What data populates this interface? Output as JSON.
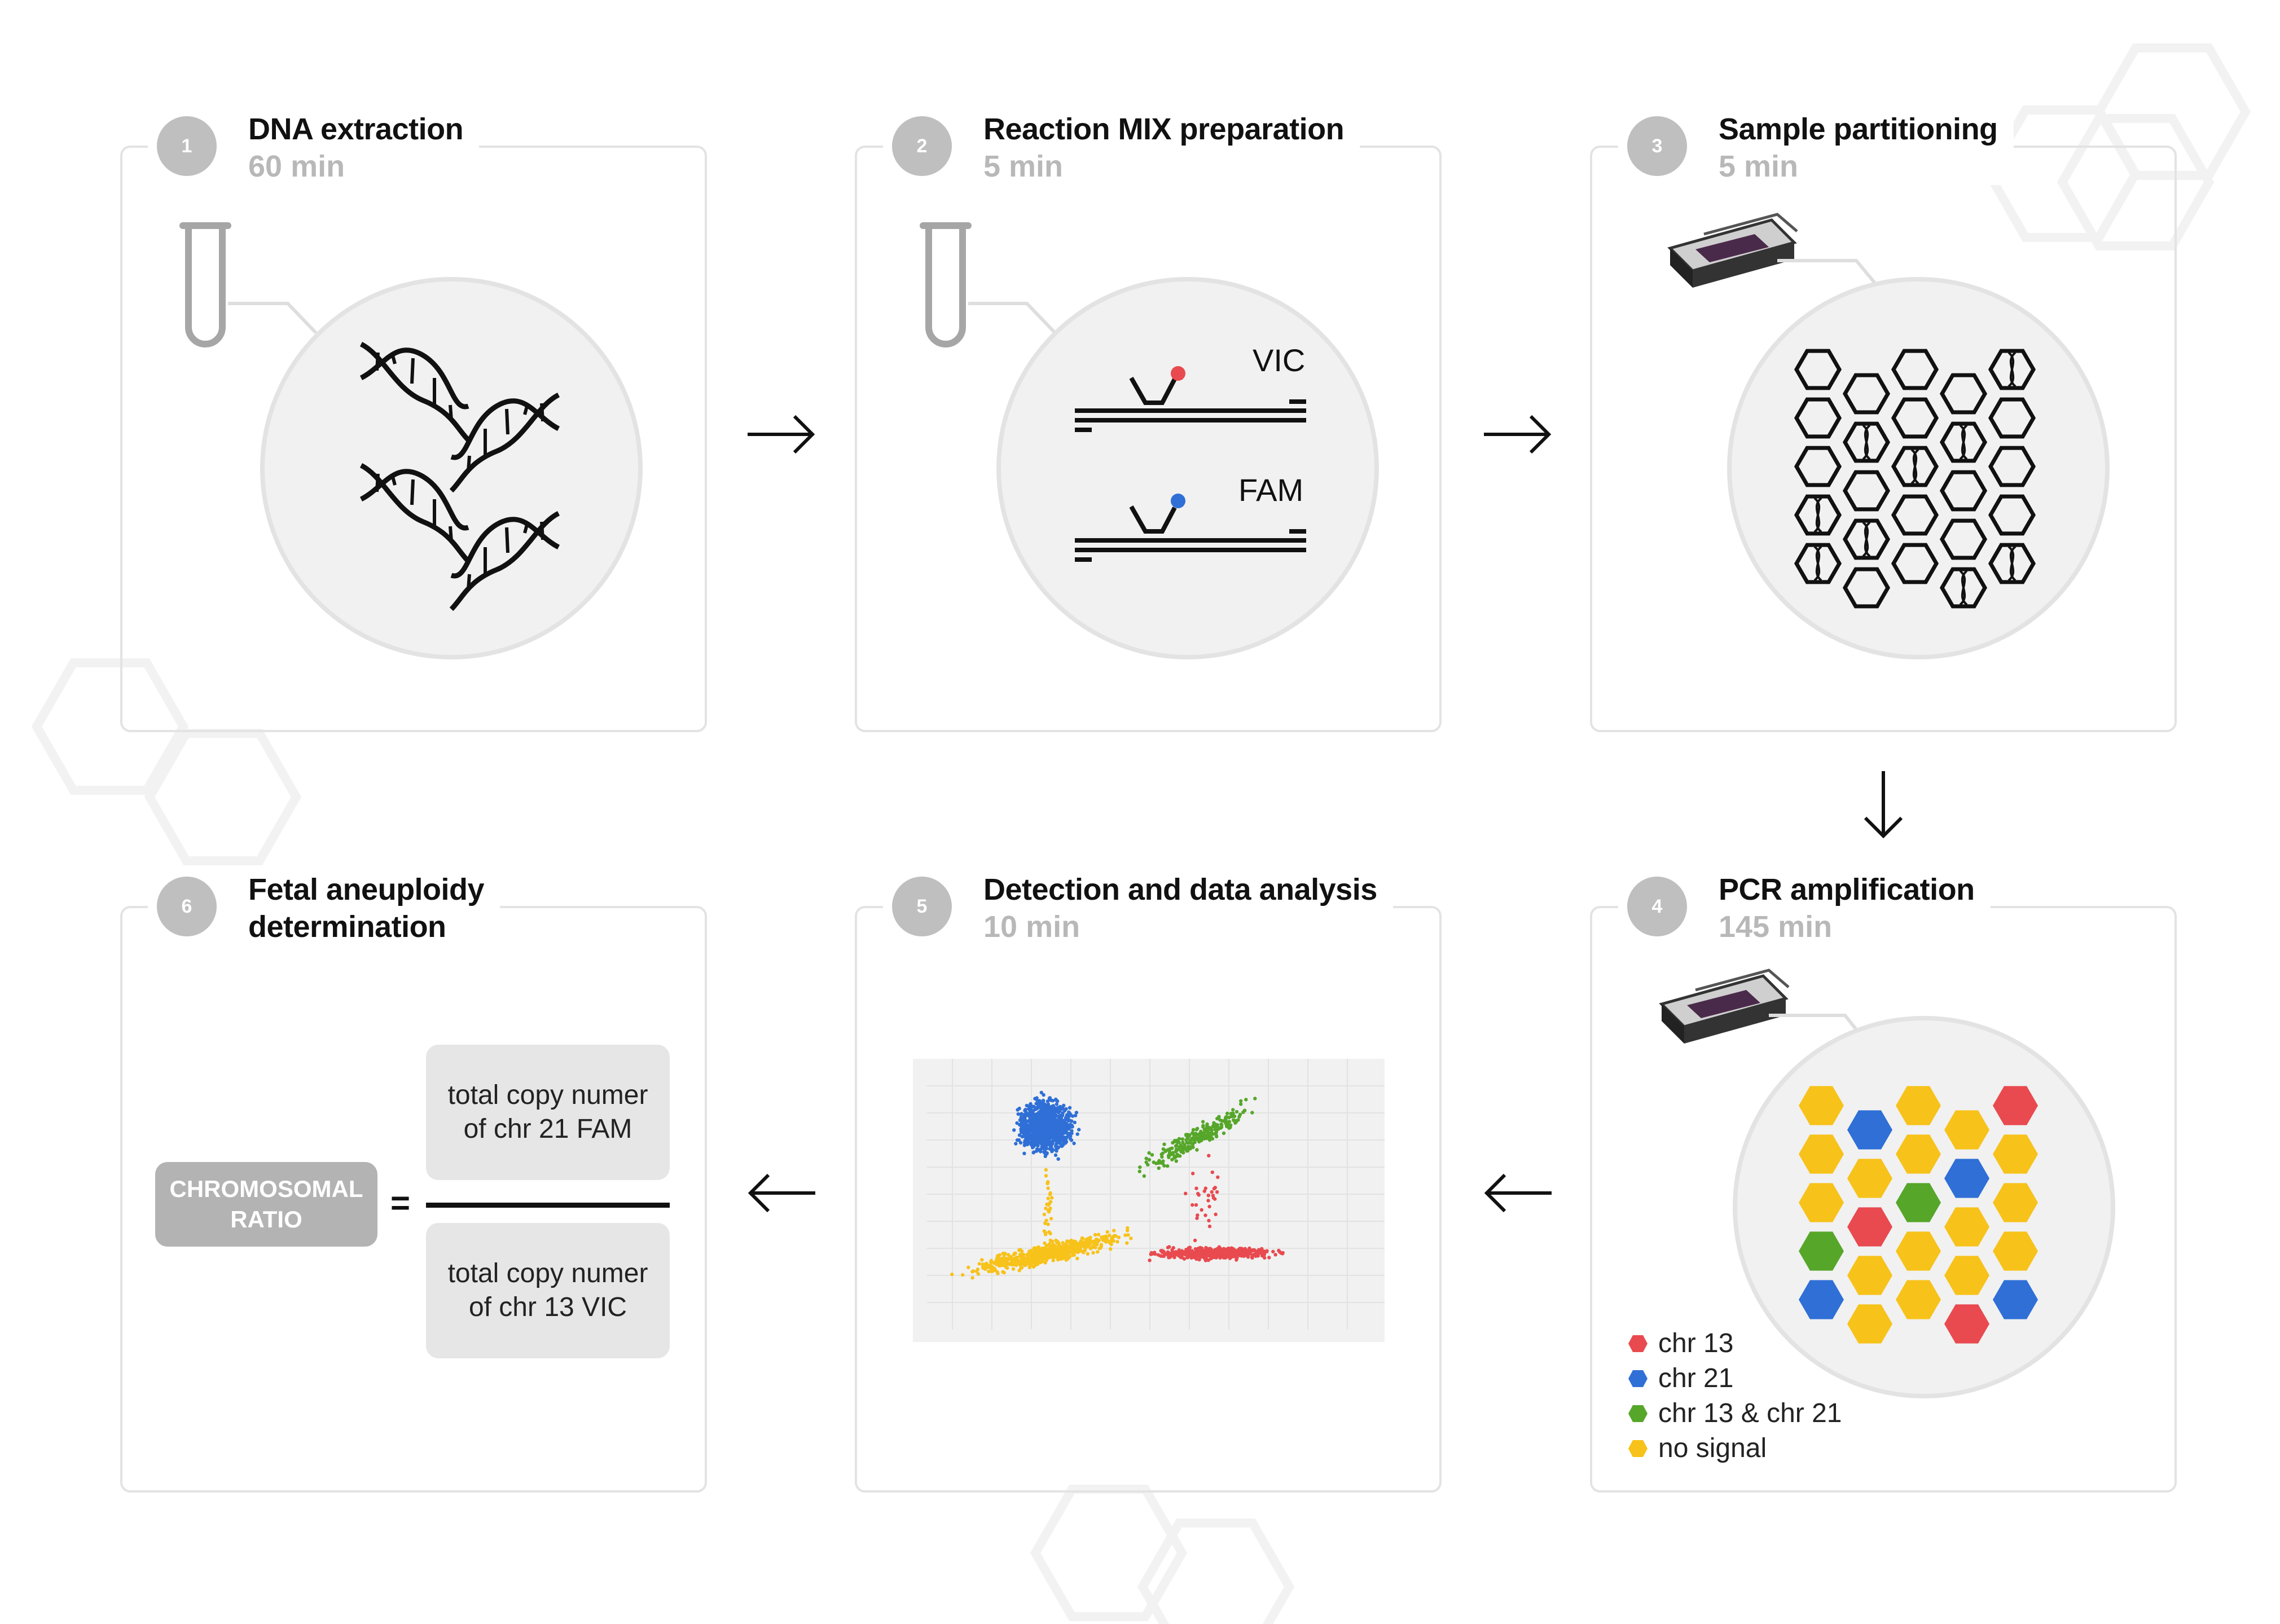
{
  "steps": [
    {
      "num": "1",
      "title": "DNA extraction",
      "time": "60 min"
    },
    {
      "num": "2",
      "title": "Reaction MIX preparation",
      "time": "5 min"
    },
    {
      "num": "3",
      "title": "Sample partitioning",
      "time": "5 min"
    },
    {
      "num": "4",
      "title": "PCR amplification",
      "time": "145 min"
    },
    {
      "num": "5",
      "title": "Detection and data analysis",
      "time": "10 min"
    },
    {
      "num": "6",
      "title_line1": "Fetal aneuploidy",
      "title_line2": "determination"
    }
  ],
  "probes": {
    "vic": "VIC",
    "fam": "FAM"
  },
  "legend": [
    {
      "label": "chr 13",
      "color": "#e84a4f"
    },
    {
      "label": "chr 21",
      "color": "#2f6fd6"
    },
    {
      "label": "chr 13 & chr 21",
      "color": "#56a62a"
    },
    {
      "label": "no signal",
      "color": "#f7c21a"
    }
  ],
  "ratio": {
    "badge_line1": "CHROMOSOMAL",
    "badge_line2": "RATIO",
    "equals": "=",
    "numerator_line1": "total copy numer",
    "numerator_line2": "of chr 21 FAM",
    "denominator_line1": "total copy numer",
    "denominator_line2": "of chr 13 VIC"
  },
  "colors": {
    "red": "#e84a4f",
    "blue": "#2f6fd6",
    "green": "#56a62a",
    "yellow": "#f7c21a",
    "grey": "#bfbfbf"
  }
}
